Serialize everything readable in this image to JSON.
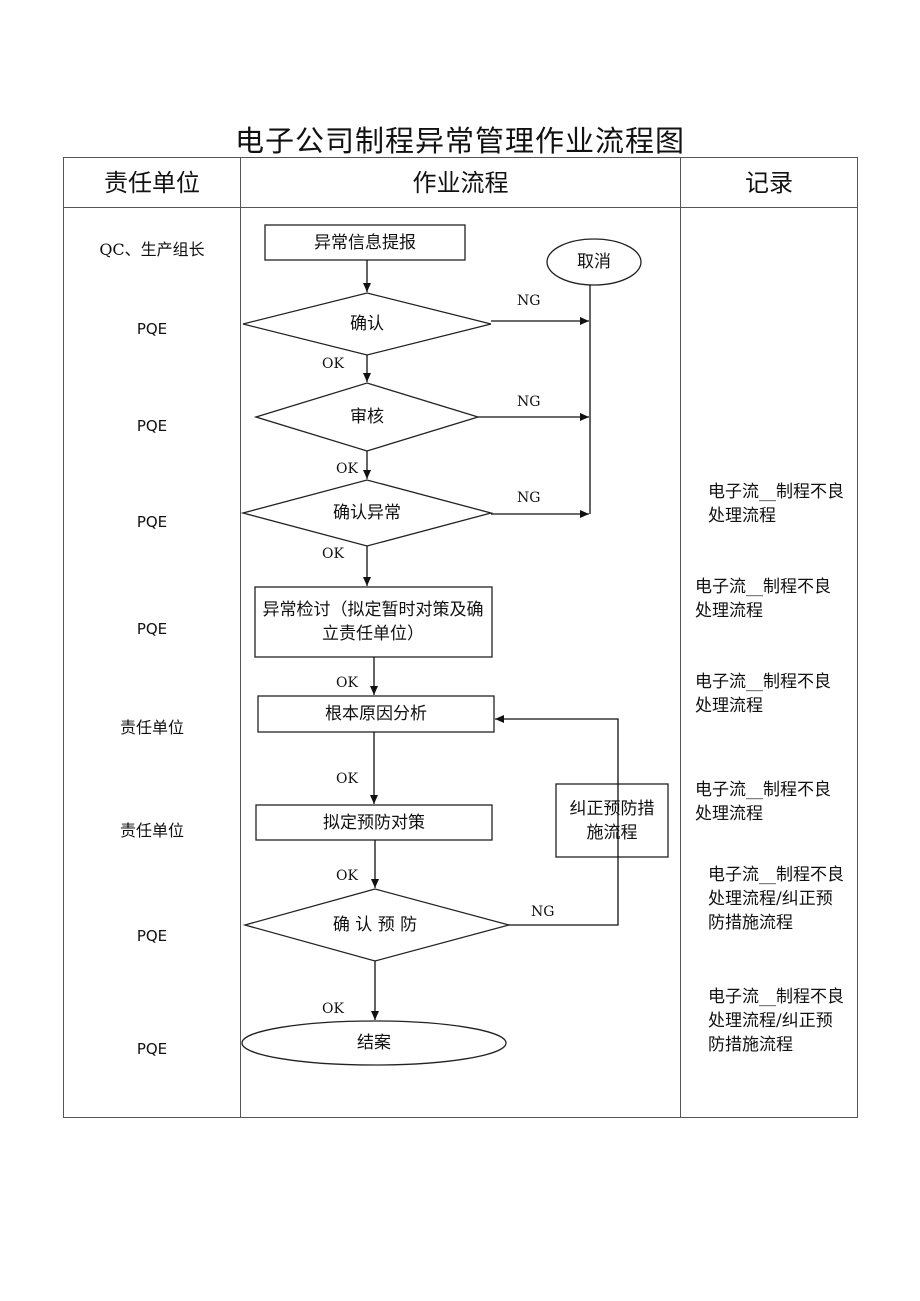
{
  "title": "电子公司制程异常管理作业流程图",
  "headers": {
    "unit": "责任单位",
    "flow": "作业流程",
    "record": "记录"
  },
  "roles": [
    "QC、生产组长",
    "PQE",
    "PQE",
    "PQE",
    "PQE",
    "责任单位",
    "责任单位",
    "PQE",
    "PQE"
  ],
  "nodes": {
    "report": "异常信息提报",
    "cancel": "取消",
    "confirm": "确认",
    "review": "审核",
    "confirm_abnormal": "确认异常",
    "review_abnormal": "异常检讨（拟定暂时对策及确立责任单位）",
    "root_cause": "根本原因分析",
    "prevent_plan": "拟定预防对策",
    "corrective_flow": "纠正预防措施流程",
    "confirm_prevent": "确 认 预 防",
    "close": "结案"
  },
  "labels": {
    "ok": "OK",
    "ng": "NG"
  },
  "records": [
    "电子流__制程不良处理流程",
    "电子流__制程不良处理流程",
    "电子流__制程不良处理流程",
    "电子流__制程不良处理流程",
    "电子流__制程不良处理流程/纠正预防措施流程",
    "电子流__制程不良处理流程/纠正预防措施流程"
  ]
}
